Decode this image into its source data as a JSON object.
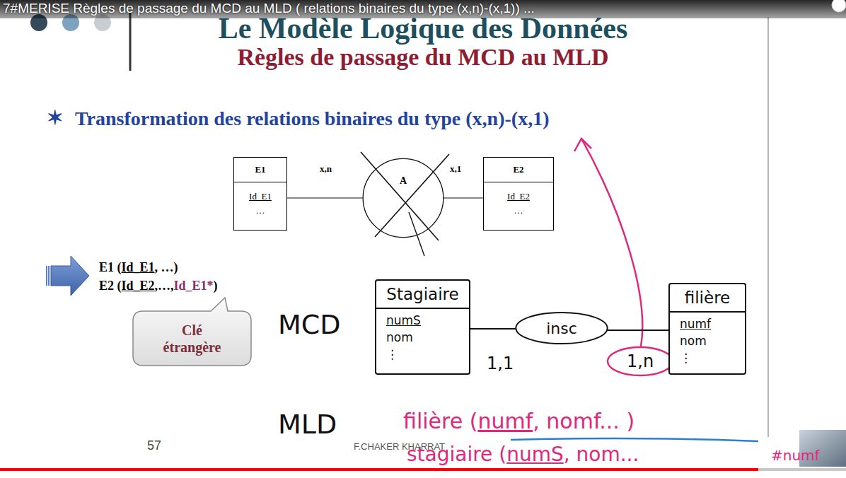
{
  "diagram": {
    "title": "Le Modèle Logique des Données",
    "nodes": [
      {
        "text": [
          "E1",
          "Id_E1",
          "…"
        ]
      },
      {
        "text": [
          "A"
        ]
      },
      {
        "text": [
          "E2",
          "Id_E2",
          "…"
        ]
      },
      {
        "text": [
          "Clé étrangère"
        ]
      },
      {
        "text": [
          "Stagiaire",
          "numS",
          "nom",
          "⋮"
        ]
      },
      {
        "text": [
          "insc"
        ]
      },
      {
        "text": [
          "filière",
          "numf",
          "nom",
          "⋮"
        ]
      }
    ],
    "edges": [
      {
        "from": 0,
        "to": 1,
        "label": "x,n",
        "arrow": "none"
      },
      {
        "from": 1,
        "to": 2,
        "label": "x,1",
        "arrow": "none"
      },
      {
        "from": 4,
        "to": 5,
        "label": "1,1",
        "arrow": "none"
      },
      {
        "from": 5,
        "to": 6,
        "label": "1,n",
        "arrow": "none"
      }
    ],
    "labels": [
      "7#MERISE Règles de passage du MCD au MLD ( relations binaires du type (x,n)-(x,1)) ...",
      "Règles de passage du MCD au MLD",
      "✶",
      "Transformation des relations binaires du type (x,n)-(x,1)",
      "E1 (",
      "Id_E1",
      ", …)",
      "E2 (",
      "Id_E2",
      ",…,",
      "Id_E1*",
      ")",
      "MCD",
      "MLD",
      "filière (",
      "numf",
      ", nomf... )",
      "stagiaire (",
      "numS",
      ", nom...",
      "#numf",
      "57",
      "F.CHAKER KHARRAT"
    ]
  }
}
